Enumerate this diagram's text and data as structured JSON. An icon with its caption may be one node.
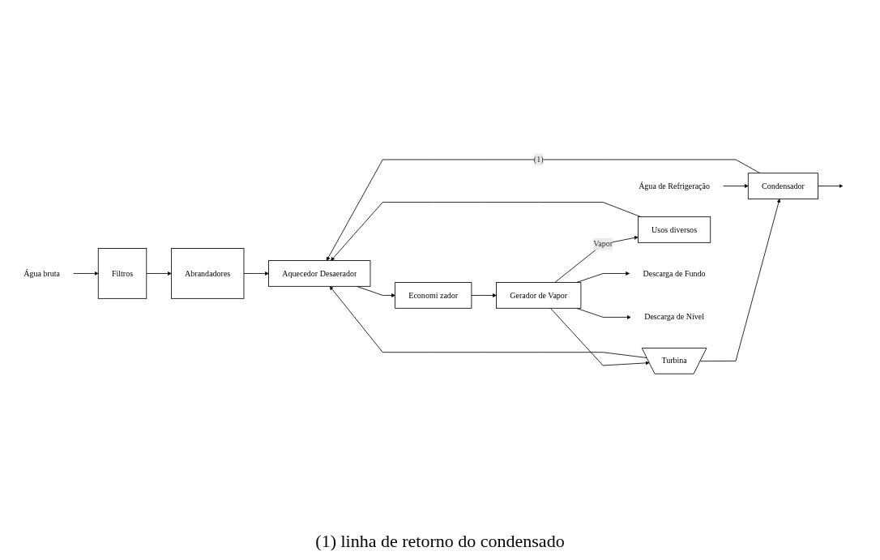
{
  "diagram": {
    "caption": "(1) linha de retorno do condensado",
    "nodes": [
      {
        "text": [
          "Água bruta"
        ]
      },
      {
        "text": [
          "Filtros"
        ]
      },
      {
        "text": [
          "Abrandadores"
        ]
      },
      {
        "text": [
          "Turbina"
        ]
      },
      {
        "text": [
          "Condensador"
        ]
      },
      {
        "text": [
          "Água de Refrigeração"
        ]
      },
      {
        "text": [
          "Usos diversos"
        ]
      },
      {
        "text": [
          "Aquecedor Desaerador"
        ]
      },
      {
        "text": [
          "Economi zador"
        ]
      },
      {
        "text": [
          "Gerador de Vapor"
        ]
      },
      {
        "text": [
          "Descarga de Fundo"
        ]
      },
      {
        "text": [
          "Descarga de Nível"
        ]
      }
    ],
    "edges": [
      {
        "from": 0,
        "to": 1,
        "arrow": "to"
      },
      {
        "from": 1,
        "to": 2,
        "arrow": "to"
      },
      {
        "from": 2,
        "to": 7,
        "arrow": "to"
      },
      {
        "from": 7,
        "to": 8,
        "arrow": "to"
      },
      {
        "from": 8,
        "to": 9,
        "arrow": "to"
      },
      {
        "from": 9,
        "to": 3,
        "arrow": "to"
      },
      {
        "from": 9,
        "to": 6,
        "label": "Vapor",
        "arrow": "to"
      },
      {
        "from": 3,
        "to": 7,
        "arrow": "to"
      },
      {
        "from": 3,
        "to": 4,
        "arrow": "to"
      },
      {
        "from": 4,
        "to": 7,
        "label": "(1)",
        "arrow": "to"
      },
      {
        "from": 4,
        "to": null,
        "arrow": "to"
      },
      {
        "from": 5,
        "to": 4,
        "arrow": "to"
      },
      {
        "from": 6,
        "to": 7,
        "arrow": "to"
      },
      {
        "from": 9,
        "to": 10,
        "arrow": "to"
      },
      {
        "from": 9,
        "to": 11,
        "arrow": "to"
      }
    ]
  }
}
